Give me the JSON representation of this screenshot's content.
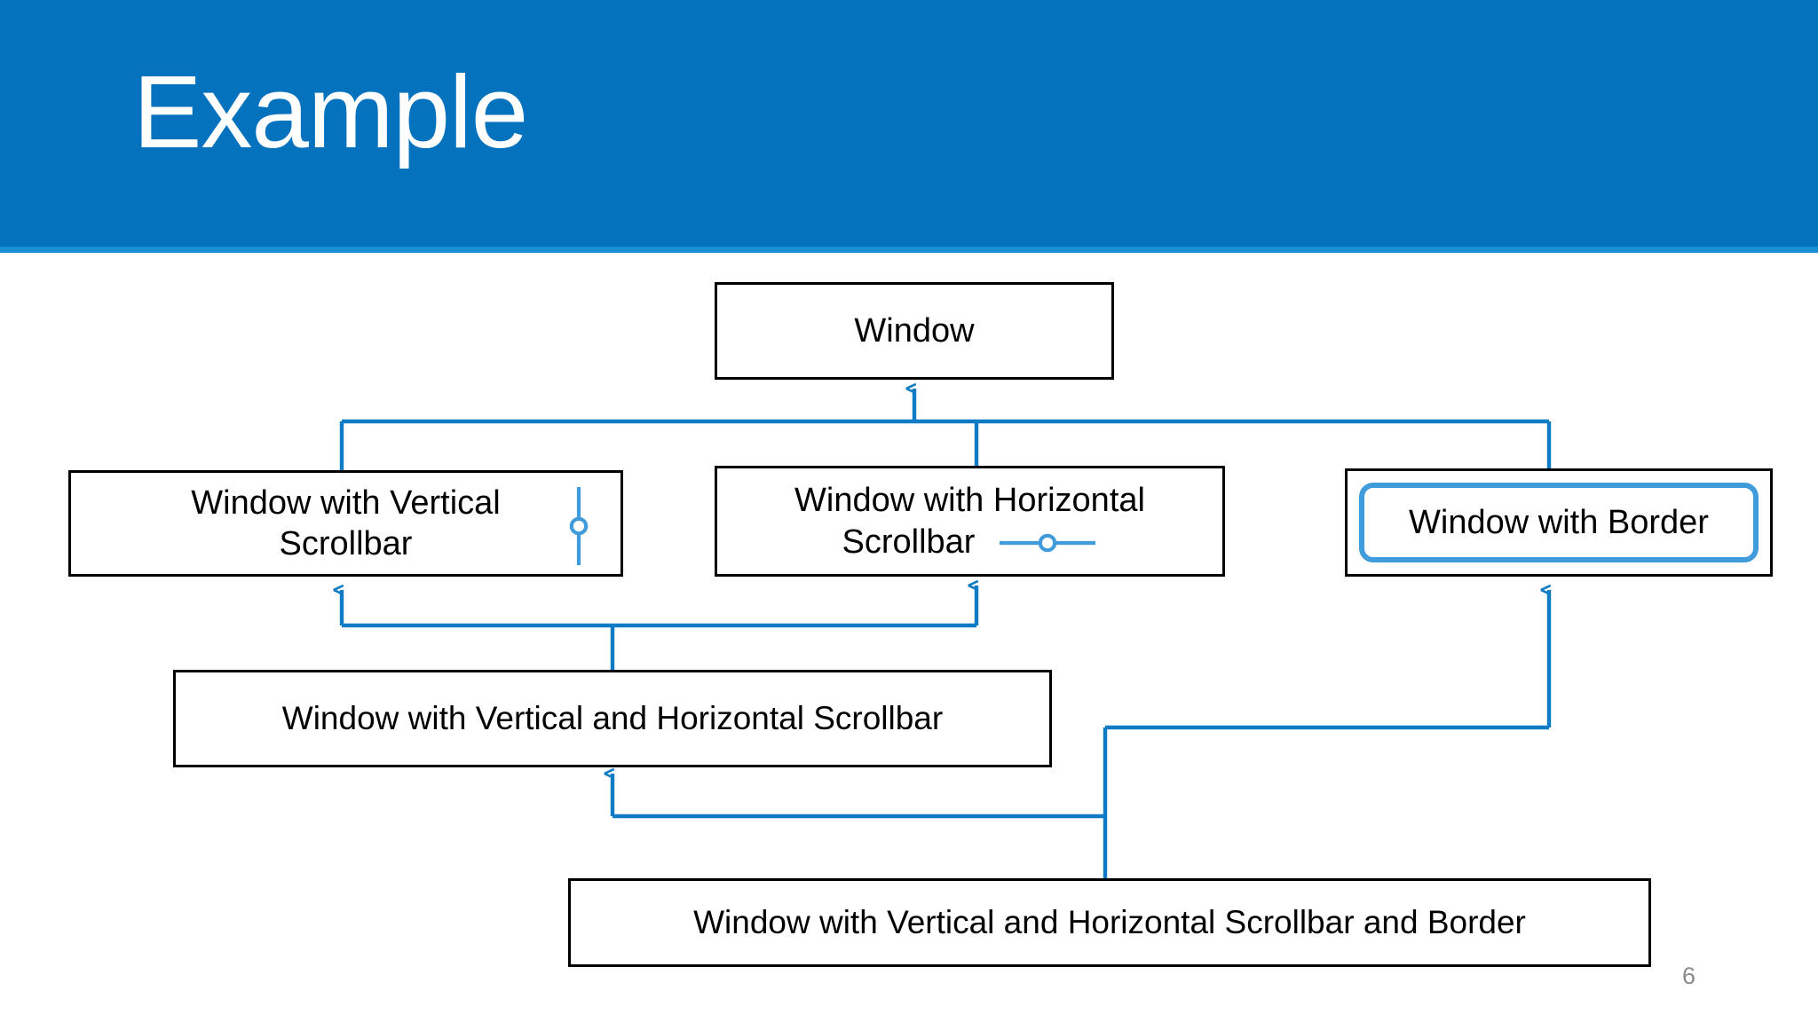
{
  "slide": {
    "title": "Example",
    "number": "6",
    "header_color": "#0572be",
    "header_accent_color": "#1b8fd6",
    "connector_color": "#0f7bc4",
    "slider_color": "#3f9bd9",
    "box_border_color": "#000000",
    "slide_number_color": "#8a8a8a"
  },
  "diagram": {
    "type": "uml-generalization-hierarchy",
    "boxes": [
      {
        "id": "window",
        "label": "Window",
        "has_vertical_slider": false,
        "has_horizontal_slider": false,
        "has_inner_border": false
      },
      {
        "id": "vscroll",
        "label": "Window with Vertical Scrollbar",
        "has_vertical_slider": true,
        "has_horizontal_slider": false,
        "has_inner_border": false
      },
      {
        "id": "hscroll",
        "label": "Window with Horizontal Scrollbar",
        "has_vertical_slider": false,
        "has_horizontal_slider": true,
        "has_inner_border": false
      },
      {
        "id": "border",
        "label": "Window with Border",
        "has_vertical_slider": false,
        "has_horizontal_slider": false,
        "has_inner_border": true
      },
      {
        "id": "vhscroll",
        "label": "Window with Vertical and Horizontal Scrollbar",
        "has_vertical_slider": false,
        "has_horizontal_slider": false,
        "has_inner_border": false
      },
      {
        "id": "vhscrollborder",
        "label": "Window with Vertical and Horizontal Scrollbar and Border",
        "has_vertical_slider": false,
        "has_horizontal_slider": false,
        "has_inner_border": false
      }
    ],
    "edges": [
      {
        "from": "vscroll",
        "to": "window",
        "style": "generalization"
      },
      {
        "from": "hscroll",
        "to": "window",
        "style": "generalization"
      },
      {
        "from": "border",
        "to": "window",
        "style": "generalization"
      },
      {
        "from": "vhscroll",
        "to": "vscroll",
        "style": "generalization"
      },
      {
        "from": "vhscroll",
        "to": "hscroll",
        "style": "generalization"
      },
      {
        "from": "vhscrollborder",
        "to": "vhscroll",
        "style": "generalization"
      },
      {
        "from": "vhscrollborder",
        "to": "border",
        "style": "generalization"
      }
    ]
  },
  "labels": {
    "window": "Window",
    "vscroll_line1": "Window with Vertical",
    "vscroll_line2": "Scrollbar",
    "hscroll_line1": "Window with Horizontal",
    "hscroll_line2": "Scrollbar",
    "border": "Window with Border",
    "vhscroll": "Window with Vertical and Horizontal Scrollbar",
    "vhscrollborder": "Window with Vertical and Horizontal Scrollbar and Border"
  }
}
